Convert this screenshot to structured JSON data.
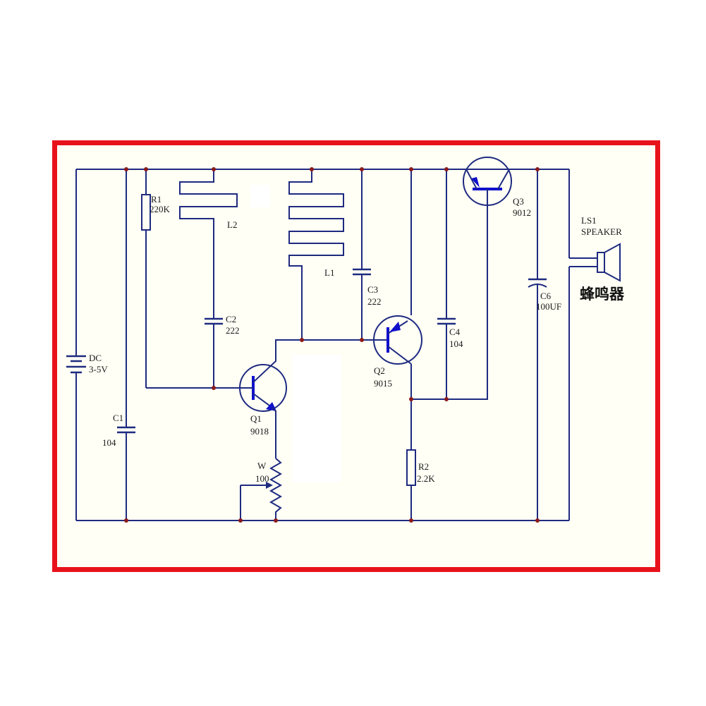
{
  "colors": {
    "frame": "#e8121b",
    "wire": "#1e2a80",
    "arrow": "#1010cc",
    "junction": "#8b1a1a",
    "background": "#fffff5"
  },
  "components": {
    "dc": {
      "ref": "DC",
      "value": "3-5V"
    },
    "r1": {
      "ref": "R1",
      "value": "220K"
    },
    "l2": {
      "ref": "L2"
    },
    "l1": {
      "ref": "L1"
    },
    "c1": {
      "ref": "C1",
      "value": "104"
    },
    "c2": {
      "ref": "C2",
      "value": "222"
    },
    "c3": {
      "ref": "C3",
      "value": "222"
    },
    "c4": {
      "ref": "C4",
      "value": "104"
    },
    "c6": {
      "ref": "C6",
      "value": "100UF"
    },
    "q1": {
      "ref": "Q1",
      "value": "9018"
    },
    "q2": {
      "ref": "Q2",
      "value": "9015"
    },
    "q3": {
      "ref": "Q3",
      "value": "9012"
    },
    "w": {
      "ref": "W",
      "value": "100"
    },
    "r2": {
      "ref": "R2",
      "value": "2.2K"
    },
    "ls1": {
      "ref": "LS1",
      "value": "SPEAKER",
      "note": "蜂鸣器"
    }
  }
}
